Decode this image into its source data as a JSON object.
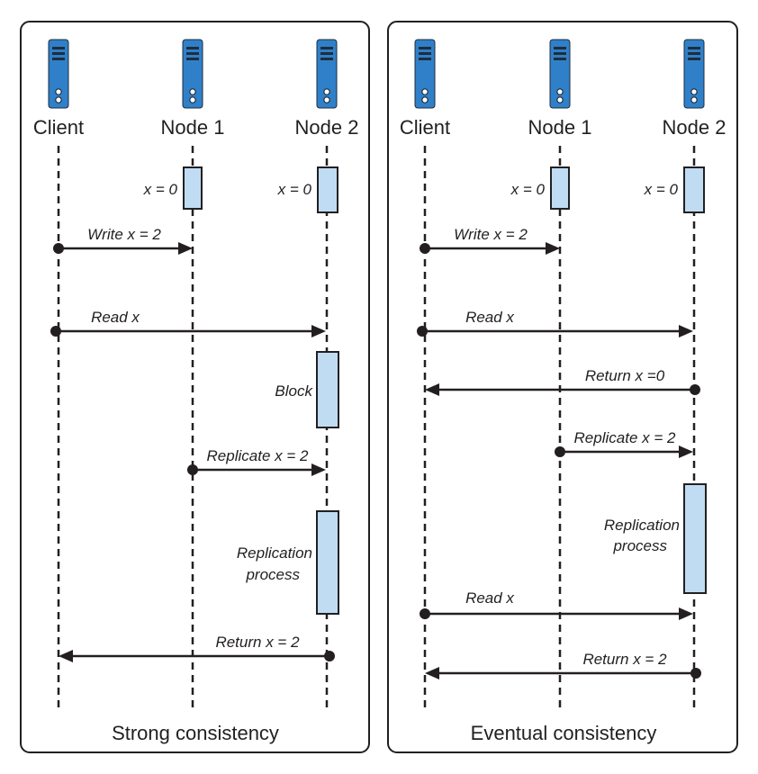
{
  "panels": [
    {
      "title": "Strong consistency",
      "nodes": [
        "Client",
        "Node 1",
        "Node 2"
      ],
      "initial_states": [
        "x = 0",
        "x = 0"
      ],
      "messages": [
        "Write x = 2",
        "Read x",
        "Replicate x = 2",
        "Return x = 2"
      ],
      "activations": [
        "Block",
        "Replication process"
      ]
    },
    {
      "title": "Eventual consistency",
      "nodes": [
        "Client",
        "Node 1",
        "Node 2"
      ],
      "initial_states": [
        "x = 0",
        "x = 0"
      ],
      "messages": [
        "Write x = 2",
        "Read x",
        "Return x =0",
        "Replicate x = 2",
        "Read x",
        "Return x = 2"
      ],
      "activations": [
        "Replication process"
      ]
    }
  ],
  "colors": {
    "server": "#2f80c8",
    "activation": "#bfdcf2",
    "ink": "#231f20"
  },
  "icons": [
    "server-icon"
  ]
}
